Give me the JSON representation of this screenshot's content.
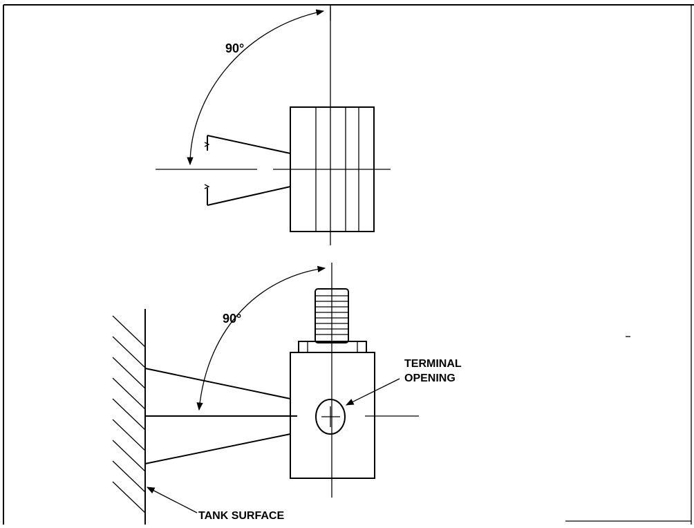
{
  "top_view": {
    "angle_label": "90°"
  },
  "side_view": {
    "angle_label": "90°",
    "terminal_label_line1": "TERMINAL",
    "terminal_label_line2": "OPENING",
    "tank_label": "TANK SURFACE"
  }
}
